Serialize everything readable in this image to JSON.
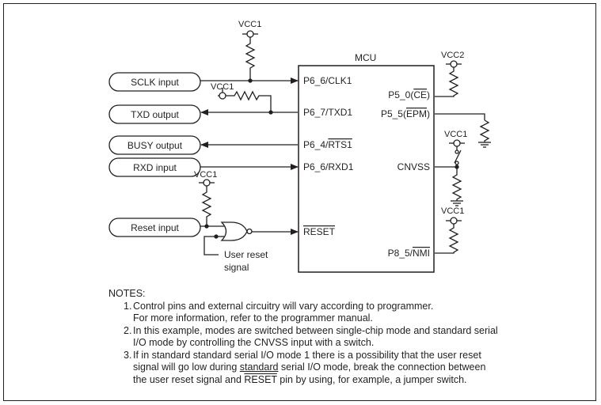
{
  "diagram": {
    "mcu_title": "MCU",
    "inputs": {
      "sclk": "SCLK input",
      "txd": "TXD output",
      "busy": "BUSY output",
      "rxd": "RXD input",
      "reset": "Reset input"
    },
    "pins_left": {
      "clk1": "P6_6/CLK1",
      "txd1": "P6_7/TXD1",
      "rts1_prefix": "P6_4/",
      "rts1_bar": "RTS1",
      "rxd1": "P6_6/RXD1",
      "reset_bar": "RESET"
    },
    "pins_right": {
      "ce_prefix": "P5_0(",
      "ce_bar": "CE",
      "ce_suffix": ")",
      "epm_prefix": "P5_5(",
      "epm_bar": "EPM",
      "epm_suffix": ")",
      "cnvss": "CNVSS",
      "nmi_prefix": "P8_5/",
      "nmi_bar": "NMI"
    },
    "supplies": {
      "vcc1_a": "VCC1",
      "vcc1_b": "VCC1",
      "vcc1_c": "VCC1",
      "vcc1_d": "VCC1",
      "vcc1_e": "VCC1",
      "vcc2": "VCC2"
    },
    "user_reset_line1": "User reset",
    "user_reset_line2": "signal"
  },
  "notes": {
    "header": "NOTES:",
    "n1_num": "1.",
    "n1_l1": "Control pins and external circuitry will vary according to programmer.",
    "n1_l2": "For more information, refer to the programmer manual.",
    "n2_num": "2.",
    "n2_l1": "In this example, modes are switched between single-chip mode and standard serial",
    "n2_l2": "I/O mode by controlling the CNVSS input with a switch.",
    "n3_num": "3.",
    "n3_l1": "If in standard standard serial I/O mode 1 there is a possibility that the user reset",
    "n3_l2_pre": "signal will go low during ",
    "n3_l2_ul": "standard",
    "n3_l2_post": " serial I/O mode, break the connection between",
    "n3_l3_pre": "the user reset signal and ",
    "n3_l3_bar": "RESET",
    "n3_l3_post": " pin by using, for example, a jumper switch."
  },
  "colors": {
    "ink": "#231f20",
    "background": "#ffffff"
  }
}
